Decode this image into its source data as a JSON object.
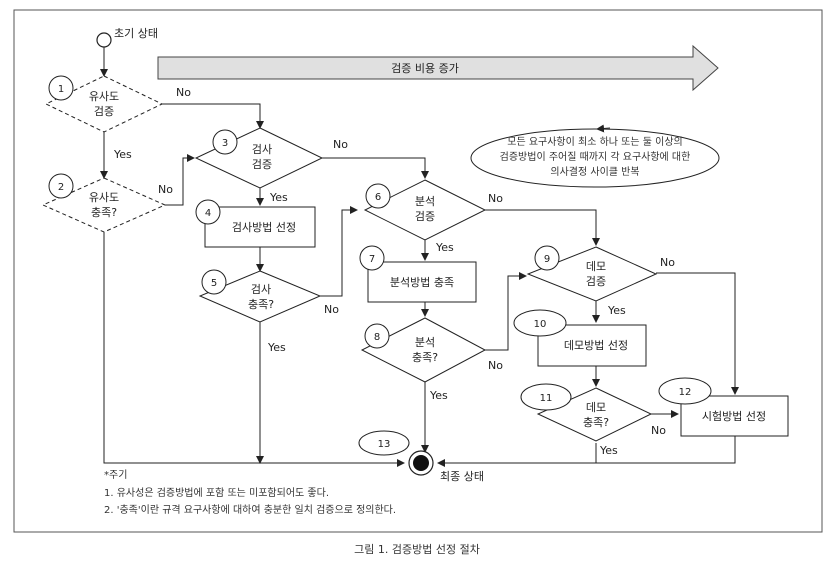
{
  "start_label": "초기 상태",
  "end_label": "최종 상태",
  "cost_arrow_label": "검증 비용 증가",
  "loop_note": [
    "모든 요구사항이 최소 하나 또는 둘 이상의",
    "검증방법이 주어질 때까지 각 요구사항에 대한",
    "의사결정 사이클 반복"
  ],
  "nodes": {
    "n1": {
      "num": "1",
      "lines": [
        "유사도",
        "검증"
      ]
    },
    "n2": {
      "num": "2",
      "lines": [
        "유사도",
        "충족?"
      ]
    },
    "n3": {
      "num": "3",
      "lines": [
        "검사",
        "검증"
      ]
    },
    "n4": {
      "num": "4",
      "text": "검사방법 선정"
    },
    "n5": {
      "num": "5",
      "lines": [
        "검사",
        "충족?"
      ]
    },
    "n6": {
      "num": "6",
      "lines": [
        "분석",
        "검증"
      ]
    },
    "n7": {
      "num": "7",
      "text": "분석방법 충족"
    },
    "n8": {
      "num": "8",
      "lines": [
        "분석",
        "충족?"
      ]
    },
    "n9": {
      "num": "9",
      "lines": [
        "데모",
        "검증"
      ]
    },
    "n10": {
      "num": "10",
      "text": "데모방법 선정"
    },
    "n11": {
      "num": "11",
      "lines": [
        "데모",
        "충족?"
      ]
    },
    "n12": {
      "num": "12",
      "text": "시험방법 선정"
    },
    "n13": {
      "num": "13"
    }
  },
  "edge_labels": {
    "yes": "Yes",
    "no": "No"
  },
  "footnote": {
    "title": "*주기",
    "items": [
      "1. 유사성은 검증방법에 포함 또는 미포함되어도 좋다.",
      "2. '충족'이란 규격 요구사항에 대하여 충분한 일치 검증으로 정의한다."
    ]
  },
  "caption": "그림 1. 검증방법 선정 절차"
}
